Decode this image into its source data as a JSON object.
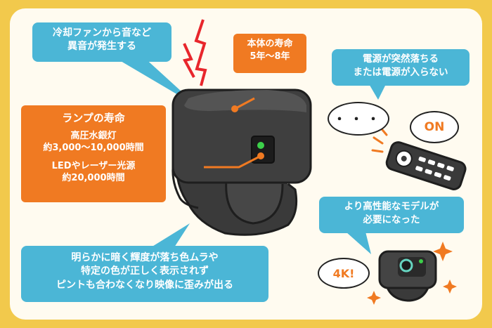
{
  "callouts": {
    "noise": {
      "line1": "冷却ファンから音など",
      "line2": "異音が発生する"
    },
    "body_life": {
      "line1": "本体の寿命",
      "line2": "5年〜8年"
    },
    "power": {
      "line1": "電源が突然落ちる",
      "line2": "または電源が入らない"
    },
    "lamp": {
      "heading": "ランプの寿命",
      "mercury": "高圧水銀灯",
      "mercury_hours": "約3,000〜10,000時間",
      "led": "LEDやレーザー光源",
      "led_hours": "約20,000時間"
    },
    "upgrade": {
      "line1": "より高性能なモデルが",
      "line2": "必要になった"
    },
    "image": {
      "line1": "明らかに暗く輝度が落ち色ムラや",
      "line2": "特定の色が正しく表示されず",
      "line3": "ピントも合わなくなり映像に歪みが出る"
    }
  },
  "bubbles": {
    "thinking": "・・・",
    "on": "ON",
    "resolution": "4K!"
  },
  "colors": {
    "frame": "#f2c94c",
    "blue": "#4bb6d6",
    "orange": "#f07a22",
    "device": "#3a3a3a"
  },
  "icons": [
    "lightning-icon",
    "remote-control-icon",
    "sparkle-icon",
    "projector-icon"
  ]
}
